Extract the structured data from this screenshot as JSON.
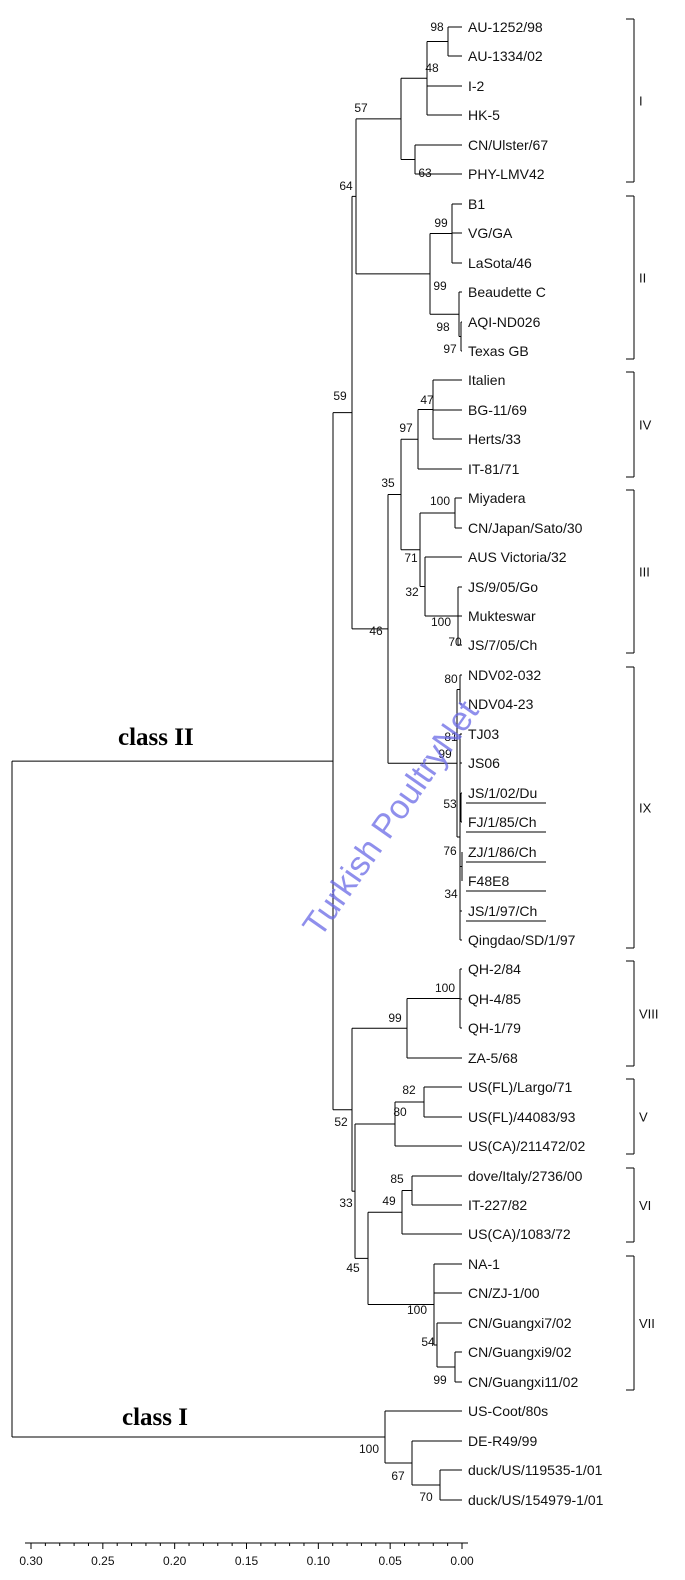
{
  "figure": {
    "class_labels": {
      "class_ii": "class II",
      "class_i": "class I"
    },
    "watermark": "Turkish PoultryNet",
    "scale": {
      "ticks": [
        "0.30",
        "0.25",
        "0.20",
        "0.15",
        "0.10",
        "0.05",
        "0.00"
      ]
    },
    "taxa": [
      "AU-1252/98",
      "AU-1334/02",
      "I-2",
      "HK-5",
      "CN/Ulster/67",
      "PHY-LMV42",
      "B1",
      "VG/GA",
      "LaSota/46",
      "Beaudette C",
      "AQI-ND026",
      "Texas GB",
      "Italien",
      "BG-11/69",
      "Herts/33",
      "IT-81/71",
      "Miyadera",
      "CN/Japan/Sato/30",
      "AUS Victoria/32",
      "JS/9/05/Go",
      "Mukteswar",
      "JS/7/05/Ch",
      "NDV02-032",
      "NDV04-23",
      "TJ03",
      "JS06",
      "JS/1/02/Du",
      "FJ/1/85/Ch",
      "ZJ/1/86/Ch",
      "F48E8",
      "JS/1/97/Ch",
      "Qingdao/SD/1/97",
      "QH-2/84",
      "QH-4/85",
      "QH-1/79",
      "ZA-5/68",
      "US(FL)/Largo/71",
      "US(FL)/44083/93",
      "US(CA)/211472/02",
      "dove/Italy/2736/00",
      "IT-227/82",
      "US(CA)/1083/72",
      "NA-1",
      "CN/ZJ-1/00",
      "CN/Guangxi7/02",
      "CN/Guangxi9/02",
      "CN/Guangxi11/02",
      "US-Coot/80s",
      "DE-R49/99",
      "duck/US/119535-1/01",
      "duck/US/154979-1/01"
    ],
    "underlined_taxa": [
      "JS/1/02/Du",
      "FJ/1/85/Ch",
      "ZJ/1/86/Ch",
      "F48E8",
      "JS/1/97/Ch"
    ],
    "genotype_groups": [
      "I",
      "II",
      "IV",
      "III",
      "IX",
      "VIII",
      "V",
      "VI",
      "VII"
    ],
    "bootstrap_values": [
      "98",
      "48",
      "57",
      "63",
      "64",
      "99",
      "99",
      "98",
      "97",
      "59",
      "47",
      "97",
      "35",
      "100",
      "71",
      "32",
      "100",
      "70",
      "46",
      "80",
      "81",
      "99",
      "53",
      "76",
      "34",
      "100",
      "99",
      "82",
      "80",
      "52",
      "85",
      "49",
      "33",
      "45",
      "100",
      "54",
      "99",
      "100",
      "67",
      "70"
    ]
  }
}
